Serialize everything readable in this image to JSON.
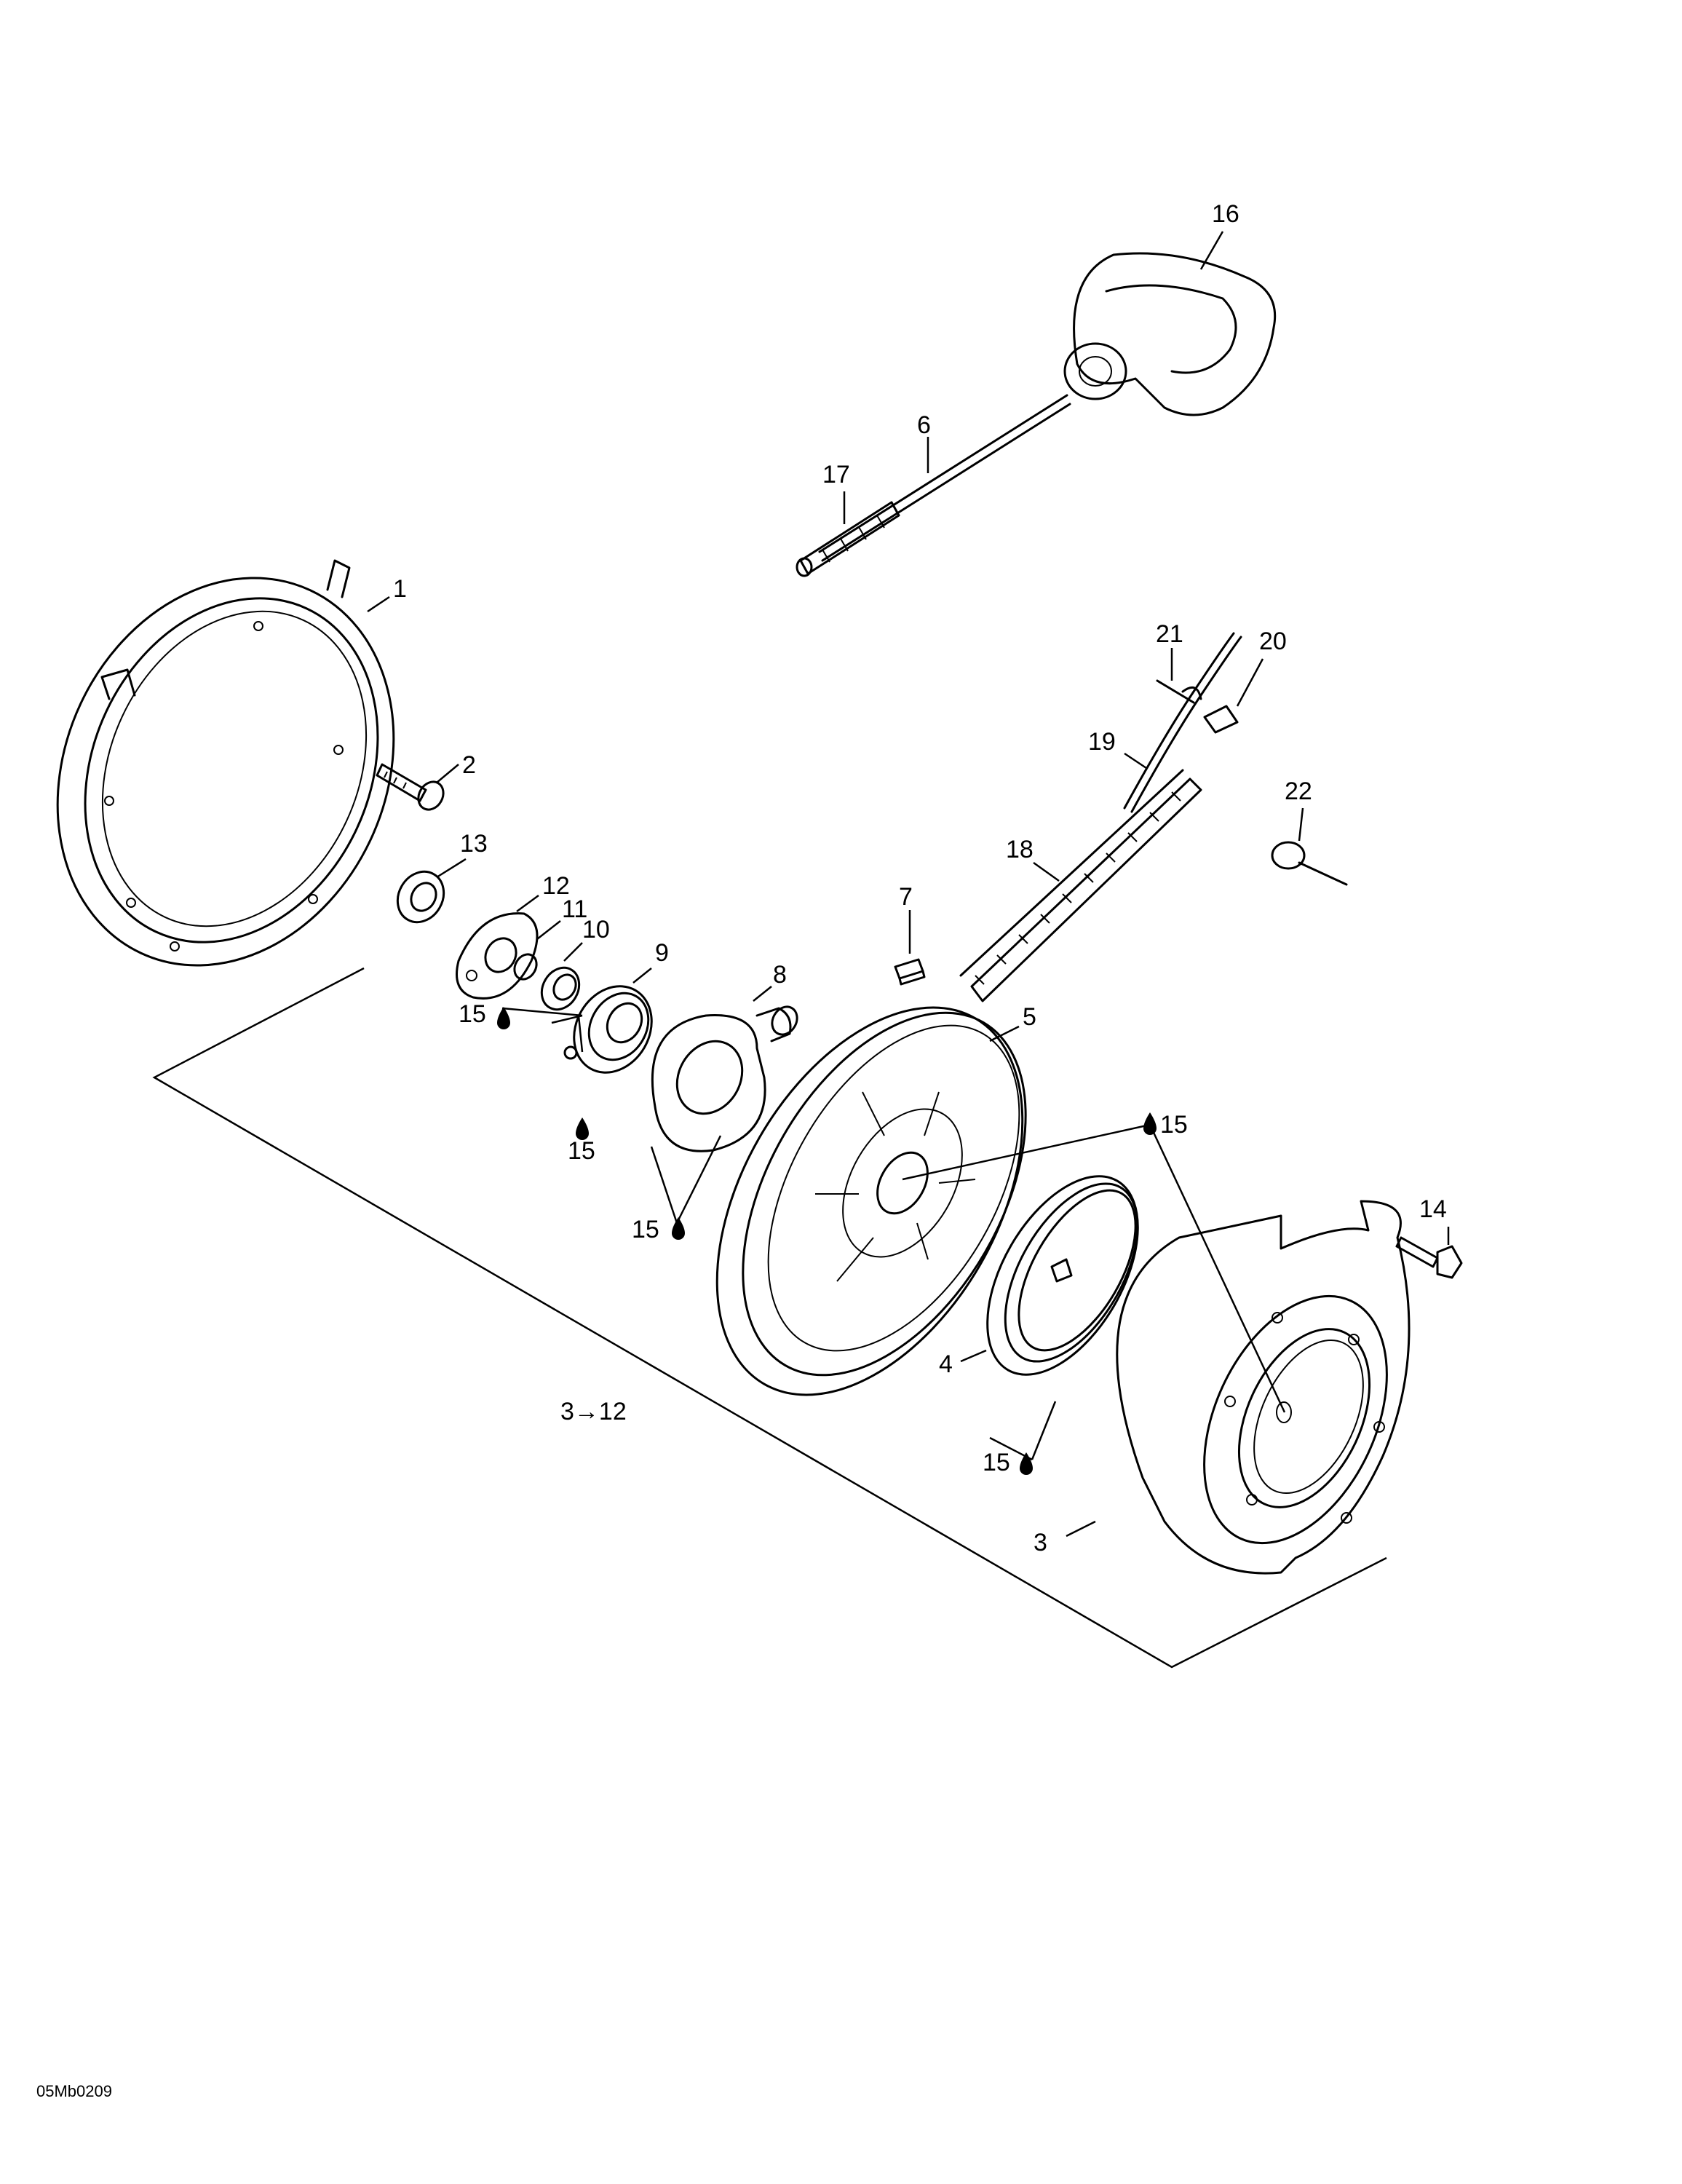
{
  "diagram_code": "05Mb0209",
  "callouts": [
    {
      "id": "1",
      "label": "1"
    },
    {
      "id": "2",
      "label": "2"
    },
    {
      "id": "3a",
      "label": "3"
    },
    {
      "id": "3b",
      "label": "3→12"
    },
    {
      "id": "4",
      "label": "4"
    },
    {
      "id": "5",
      "label": "5"
    },
    {
      "id": "6",
      "label": "6"
    },
    {
      "id": "7",
      "label": "7"
    },
    {
      "id": "8",
      "label": "8"
    },
    {
      "id": "9",
      "label": "9"
    },
    {
      "id": "10",
      "label": "10"
    },
    {
      "id": "11",
      "label": "11"
    },
    {
      "id": "12",
      "label": "12"
    },
    {
      "id": "13",
      "label": "13"
    },
    {
      "id": "14",
      "label": "14"
    },
    {
      "id": "15a",
      "label": "15"
    },
    {
      "id": "15b",
      "label": "15"
    },
    {
      "id": "15c",
      "label": "15"
    },
    {
      "id": "15d",
      "label": "15"
    },
    {
      "id": "15e",
      "label": "15"
    },
    {
      "id": "16",
      "label": "16"
    },
    {
      "id": "17",
      "label": "17"
    },
    {
      "id": "18",
      "label": "18"
    },
    {
      "id": "19",
      "label": "19"
    },
    {
      "id": "20",
      "label": "20"
    },
    {
      "id": "21",
      "label": "21"
    },
    {
      "id": "22",
      "label": "22"
    }
  ]
}
